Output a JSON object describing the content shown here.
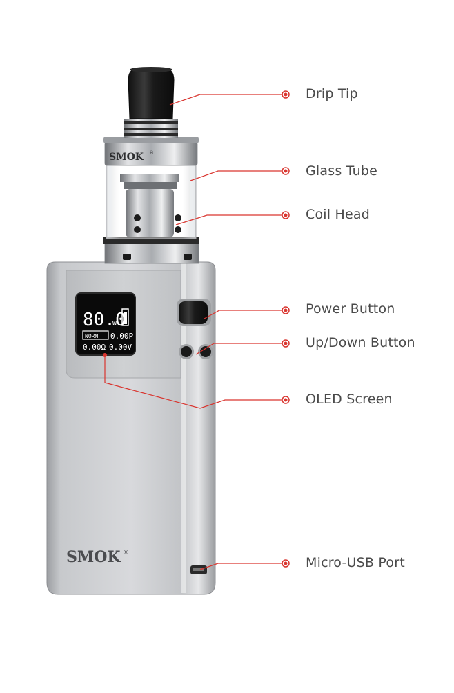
{
  "device": {
    "tank_brand": "SMOK",
    "body_brand": "SMOK",
    "registered_mark": "®",
    "oled": {
      "wattage": "80.0",
      "wattage_unit": "W",
      "mode": "NORM",
      "puffs": "0.00P",
      "resistance": "0.00Ω",
      "voltage": "0.00V"
    }
  },
  "callouts": {
    "drip_tip": "Drip Tip",
    "glass_tube": "Glass Tube",
    "coil_head": "Coil Head",
    "power_button": "Power Button",
    "updown_button": "Up/Down Button",
    "oled_screen": "OLED Screen",
    "micro_usb_port": "Micro-USB Port"
  },
  "colors": {
    "leader_line": "#d9352f",
    "label_text": "#4a4a4a",
    "body_silver": "#c9cacd",
    "tank_steel": "#b9bbbf",
    "drip_tip_black": "#1c1c1c",
    "oled_background": "#0a0a0a"
  }
}
